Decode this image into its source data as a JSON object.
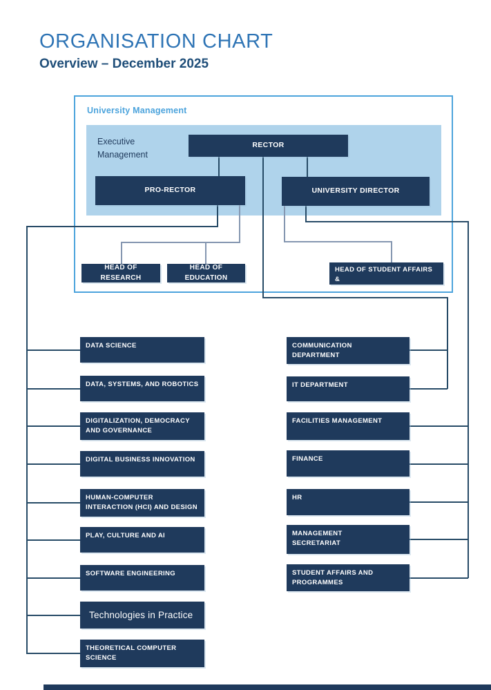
{
  "page": {
    "title": "ORGANISATION CHART",
    "subtitle": "Overview – December 2025"
  },
  "groups": {
    "university_management": "University Management",
    "executive_management": "Executive\nManagement"
  },
  "executive": {
    "rector": "RECTOR",
    "pro_rector": "PRO-RECTOR",
    "university_director": "UNIVERSITY DIRECTOR"
  },
  "heads": [
    "HEAD OF RESEARCH",
    "HEAD OF EDUCATION",
    "HEAD OF STUDENT AFFAIRS &\nPROGRAMMES"
  ],
  "left_departments": [
    "DATA SCIENCE",
    "DATA, SYSTEMS, AND ROBOTICS",
    "DIGITALIZATION, DEMOCRACY\nAND GOVERNANCE",
    "DIGITAL BUSINESS INNOVATION",
    "HUMAN-COMPUTER\nINTERACTION (HCI) AND DESIGN",
    "PLAY, CULTURE AND AI",
    "SOFTWARE ENGINEERING",
    "Technologies in Practice",
    "THEORETICAL COMPUTER\nSCIENCE"
  ],
  "right_departments": [
    "COMMUNICATION\nDEPARTMENT",
    "IT DEPARTMENT",
    "FACILITIES MANAGEMENT",
    "FINANCE",
    "HR",
    "MANAGEMENT\nSECRETARIAT",
    "STUDENT AFFAIRS AND\nPROGRAMMES"
  ],
  "colors": {
    "node_navy": "#1F3A5C",
    "panel_blue": "#AFD3EB",
    "frame_blue": "#4BA3DC",
    "title_blue": "#2E74B5",
    "subtitle_blue": "#1F4E79",
    "connector_navy": "#264A66",
    "connector_gray": "#8496B0"
  }
}
